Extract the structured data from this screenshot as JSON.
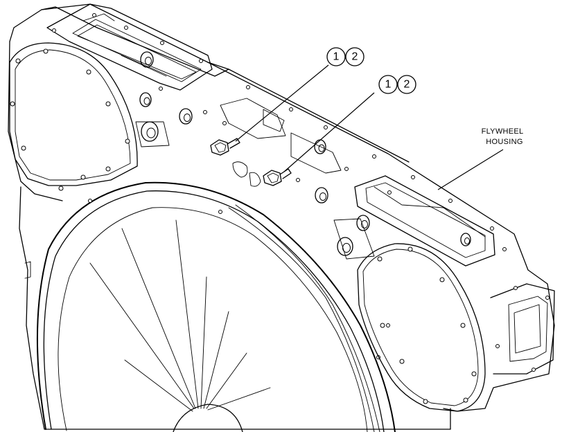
{
  "callouts": [
    {
      "id": "group-a",
      "numbers": [
        "1",
        "2"
      ]
    },
    {
      "id": "group-b",
      "numbers": [
        "1",
        "2"
      ]
    }
  ],
  "label": {
    "line1": "FLYWHEEL",
    "line2": "HOUSING"
  }
}
